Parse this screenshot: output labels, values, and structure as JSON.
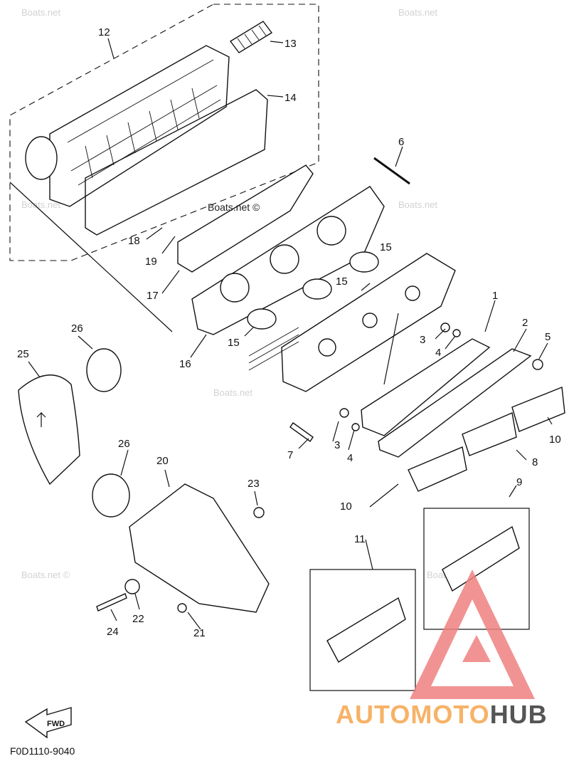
{
  "watermarks": {
    "brand": "Boats.net",
    "brand_center": "Boats.net ©",
    "brand_corner": "Boats.net ©"
  },
  "diagram_code": "F0D1110-9040",
  "fwd_label": "FWD",
  "logo": {
    "part1": "AUTO",
    "part2": "MOTO",
    "part3": "HUB",
    "accent": "#f5a04a",
    "triangle": "#f08080"
  },
  "callouts": {
    "c1": "1",
    "c2": "2",
    "c3a": "3",
    "c3b": "3",
    "c4a": "4",
    "c4b": "4",
    "c5": "5",
    "c6": "6",
    "c7": "7",
    "c8": "8",
    "c9": "9",
    "c10a": "10",
    "c10b": "10",
    "c11": "11",
    "c12": "12",
    "c13": "13",
    "c14": "14",
    "c15a": "15",
    "c15b": "15",
    "c15c": "15",
    "c16": "16",
    "c17": "17",
    "c18": "18",
    "c19": "19",
    "c20": "20",
    "c21": "21",
    "c22": "22",
    "c23": "23",
    "c24": "24",
    "c25": "25",
    "c26a": "26",
    "c26b": "26"
  }
}
